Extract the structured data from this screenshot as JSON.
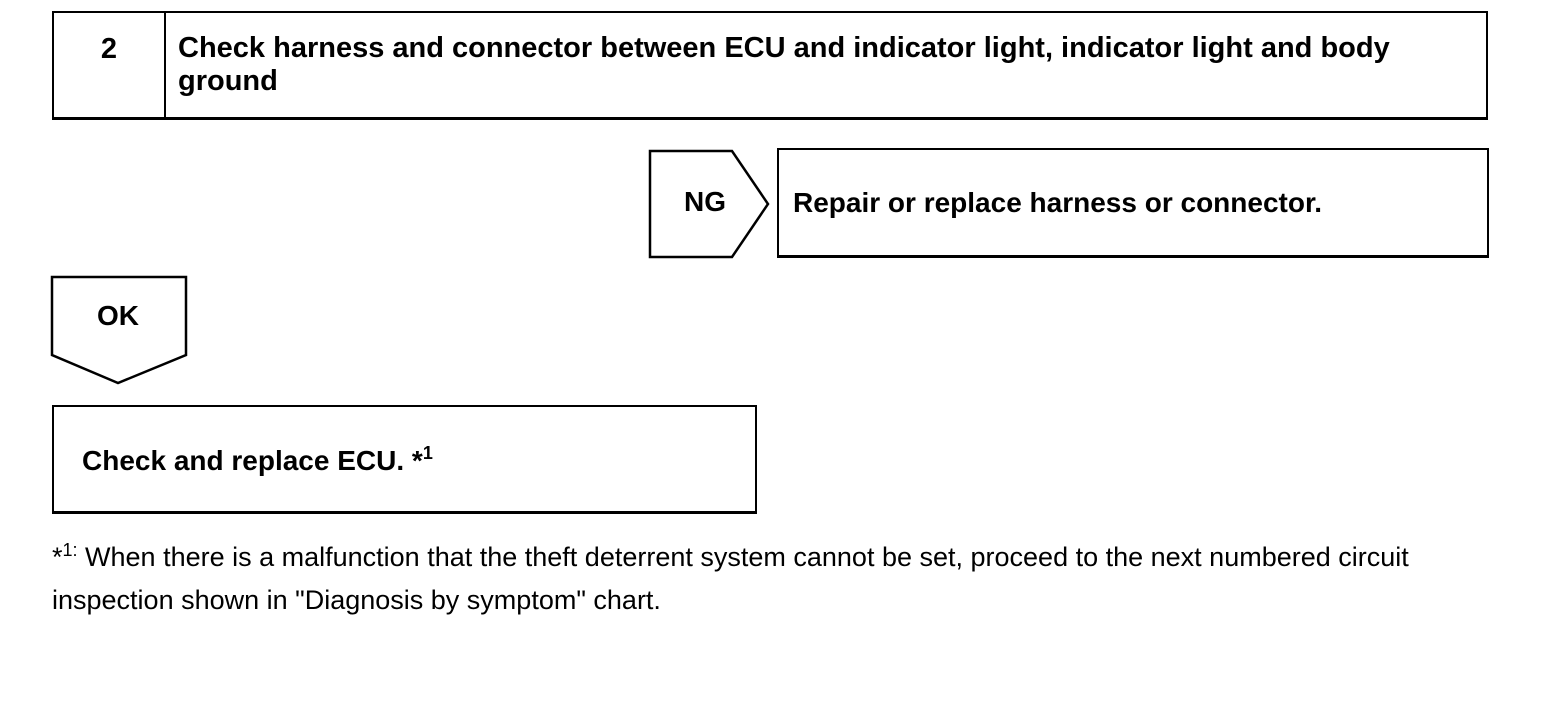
{
  "step": {
    "number": "2",
    "title": "Check harness and connector between ECU and indicator light, indicator light and body ground"
  },
  "ng_branch": {
    "label": "NG",
    "action": "Repair or replace harness or connector."
  },
  "ok_branch": {
    "label": "OK"
  },
  "final_step": {
    "text": "Check and replace ECU. *",
    "mark": "1"
  },
  "footnote": {
    "star": "*",
    "mark": "1:",
    "text": " When there is a malfunction that the theft deterrent system cannot be set, proceed to the next numbered circuit inspection shown  in \"Diagnosis by symptom\" chart."
  }
}
